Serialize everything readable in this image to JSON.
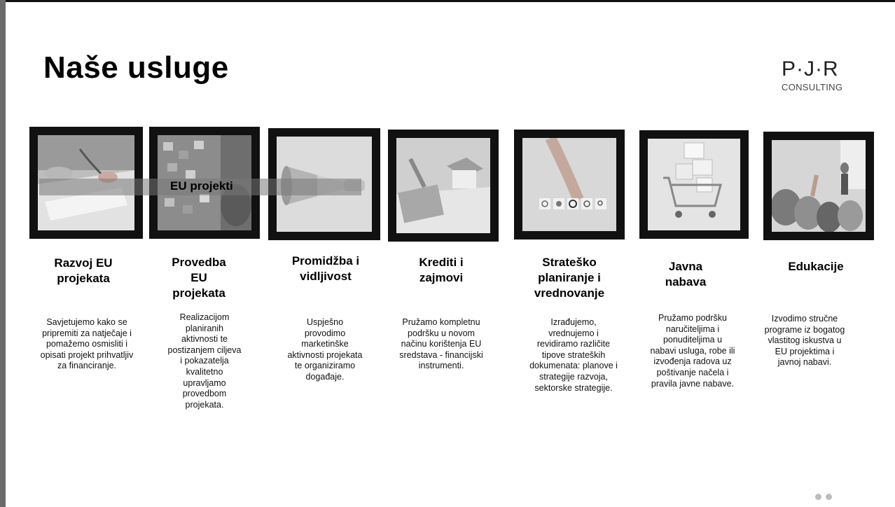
{
  "slide": {
    "title": "Naše usluge",
    "logo": {
      "mark": "P·J·R",
      "sub": "CONSULTING"
    },
    "banner_label": "EU projekti"
  },
  "services": [
    {
      "title": "Razvoj EU projekata",
      "description": "Savjetujemo kako se pripremiti za natječaje i pomažemo osmisliti i opisati projekt prihvatljiv za financiranje."
    },
    {
      "title": "Provedba EU projekata",
      "description": "Realizacijom planiranih aktivnosti te postizanjem ciljeva i pokazatelja kvalitetno upravljamo provedbom projekata."
    },
    {
      "title": "Promidžba i vidljivost",
      "description": "Uspješno provodimo marketinške aktivnosti projekata te organiziramo događaje."
    },
    {
      "title": "Krediti i zajmovi",
      "description": "Pružamo kompletnu podršku u novom načinu korištenja EU sredstava - financijski instrumenti."
    },
    {
      "title": "Strateško planiranje i vrednovanje",
      "description": "Izrađujemo, vrednujemo i revidiramo različite tipove strateških dokumenata: planove i strategije razvoja, sektorske strategije."
    },
    {
      "title": "Javna nabava",
      "description": "Pružamo podršku naručiteljima i ponuditeljima u nabavi usluga, robe ili izvođenja radova uz poštivanje načela i pravila javne nabave."
    },
    {
      "title": "Edukacije",
      "description": "Izvodimo stručne programe iz bogatog vlastitog iskustva u EU projektima i javnoj nabavi."
    }
  ]
}
